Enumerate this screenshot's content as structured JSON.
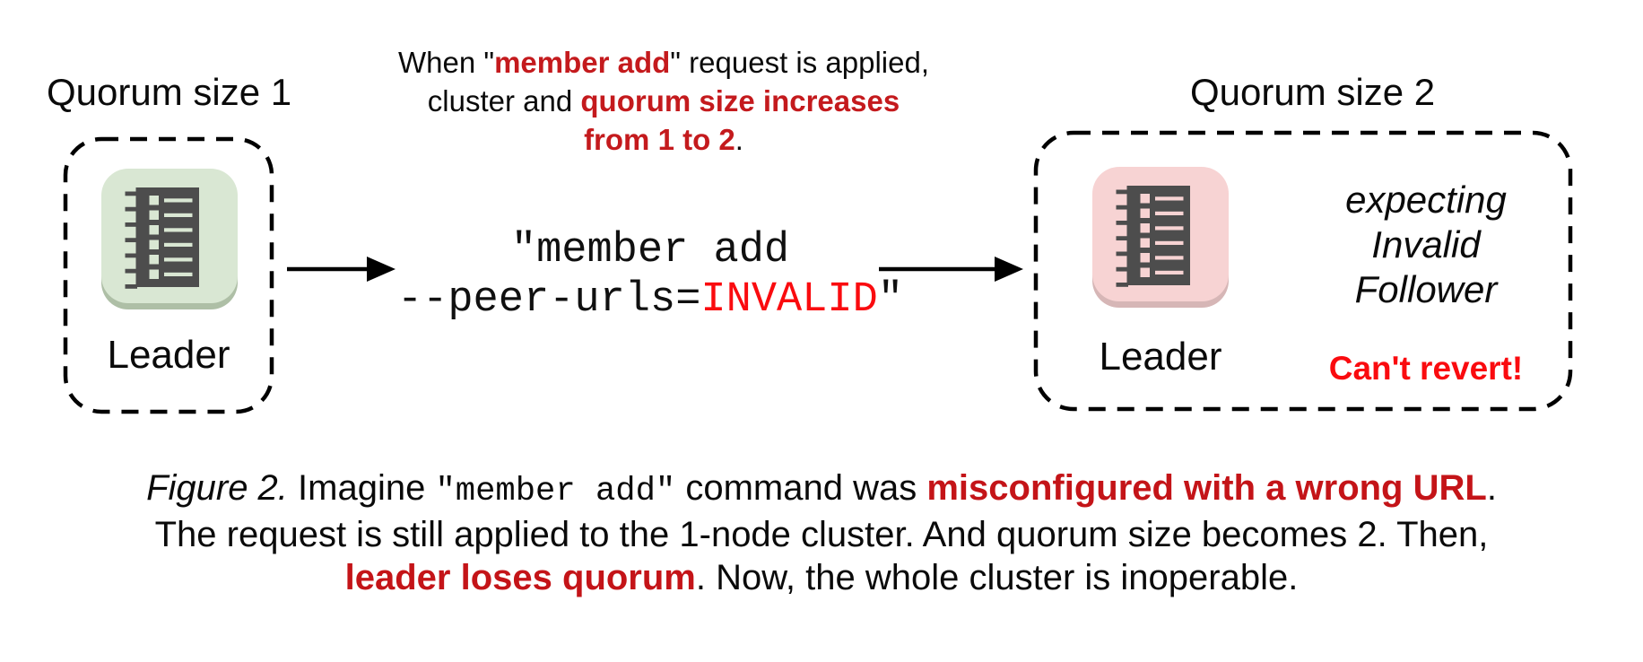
{
  "left_group": {
    "title": "Quorum size 1",
    "icon": "server-rack-icon",
    "node_label": "Leader"
  },
  "middle": {
    "heading": {
      "line1_pre": "When \"",
      "line1_em": "member add",
      "line1_post": "\" request is applied,",
      "line2_pre": "cluster and ",
      "line2_em": "quorum size increases",
      "line3_em": "from 1 to 2",
      "line3_post": "."
    },
    "command": {
      "line1": "\"member add",
      "line2_pre": "--peer-urls=",
      "line2_invalid": "INVALID",
      "line2_post": "\""
    }
  },
  "right_group": {
    "title": "Quorum size 2",
    "icon": "server-rack-icon",
    "node_label": "Leader",
    "note_lines": [
      "expecting",
      "Invalid",
      "Follower"
    ],
    "warning": "Can't revert!"
  },
  "caption": {
    "fig_label": "Figure 2.",
    "l1_pre": " Imagine ",
    "l1_code": "\"member add\"",
    "l1_mid": " command was ",
    "l1_em": "misconfigured with a wrong URL",
    "l1_post": ".",
    "l2": "The request is still applied to the 1-node cluster. And quorum size becomes 2. Then,",
    "l3_em": "leader loses quorum",
    "l3_post": ". Now, the whole cluster is inoperable."
  },
  "colors": {
    "emphasis_red": "#c41a1d",
    "bright_red": "#fa0b0f",
    "icon_green": "#d9e7d3",
    "icon_green_shadow": "#aebfa6",
    "icon_pink": "#f7d3d3",
    "icon_pink_shadow": "#d6b6b6",
    "glyph_dark": "#4d4d4d",
    "text_black": "#0a0a0a"
  }
}
